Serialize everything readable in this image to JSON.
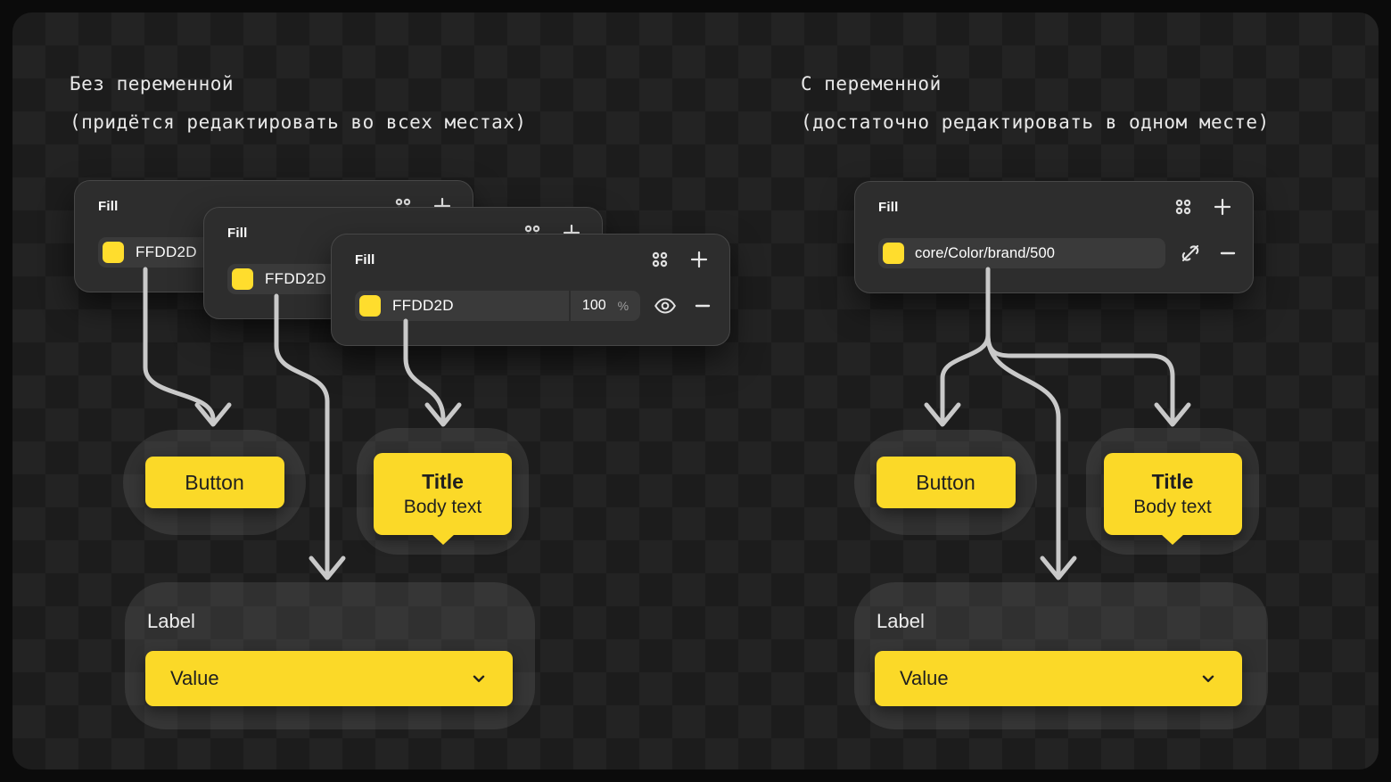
{
  "headings": {
    "left": {
      "title": "Без переменной",
      "subtitle": "(придётся редактировать во всех местах)"
    },
    "right": {
      "title": "С переменной",
      "subtitle": "(достаточно редактировать в одном месте)"
    }
  },
  "fill_panel": {
    "title": "Fill",
    "hex_fill": {
      "color_hex": "FFDD2D",
      "opacity": "100",
      "opacity_unit": "%"
    },
    "variable_fill": {
      "name": "core/Color/brand/500"
    },
    "icons": {
      "header": [
        "styles-grid-icon",
        "plus-icon"
      ],
      "hex_row": [
        "eye-icon",
        "minus-icon"
      ],
      "variable_row": [
        "detach-variable-icon",
        "minus-icon"
      ]
    }
  },
  "components": {
    "button_label": "Button",
    "tooltip_title": "Title",
    "tooltip_body": "Body text",
    "field_label": "Label",
    "field_value": "Value"
  },
  "colors": {
    "brand_yellow": "#FFDD2D",
    "panel_bg": "#2D2D2D",
    "panel_field_bg": "#3A3A3A",
    "arrow": "#C9C9C9",
    "checker_light": "#232323",
    "checker_dark": "#1C1C1C",
    "text_on_yellow": "#1F1F1F"
  }
}
